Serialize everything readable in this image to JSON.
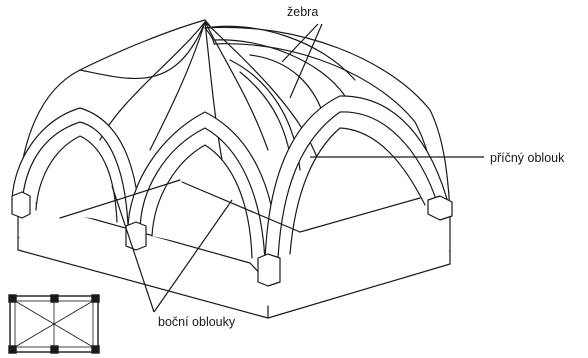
{
  "labels": {
    "ribs": "žebra",
    "transverse_arch": "příčný oblouk",
    "side_arches": "boční oblouky"
  }
}
